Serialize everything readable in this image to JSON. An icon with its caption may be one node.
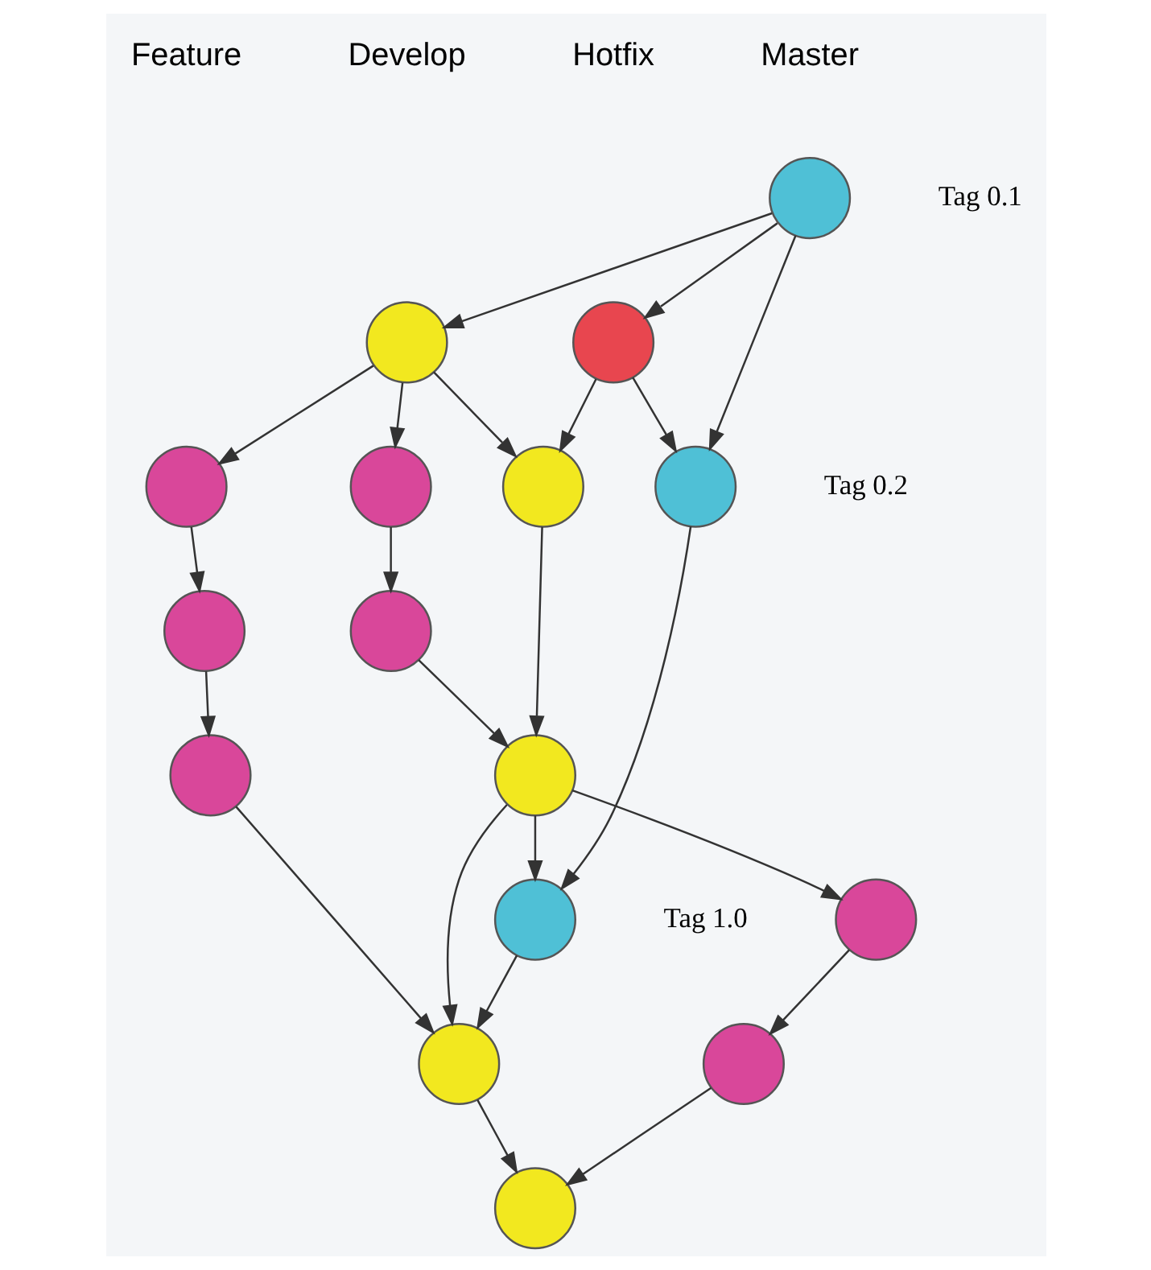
{
  "diagram": {
    "nodes": [
      {
        "text": [],
        "shape": "circle",
        "beside": [
          "Tag 0.1"
        ]
      },
      {
        "text": [],
        "shape": "circle"
      },
      {
        "text": [],
        "shape": "circle"
      },
      {
        "text": [],
        "shape": "circle"
      },
      {
        "text": [],
        "shape": "circle"
      },
      {
        "text": [],
        "shape": "circle"
      },
      {
        "text": [],
        "shape": "circle"
      },
      {
        "text": [],
        "shape": "circle",
        "beside": [
          "Tag 0.2"
        ]
      },
      {
        "text": [],
        "shape": "circle"
      },
      {
        "text": [],
        "shape": "circle"
      },
      {
        "text": [],
        "shape": "circle"
      },
      {
        "text": [],
        "shape": "circle"
      },
      {
        "text": [],
        "shape": "circle",
        "beside": [
          "Tag 1.0"
        ]
      },
      {
        "text": [],
        "shape": "circle"
      },
      {
        "text": [],
        "shape": "circle"
      },
      {
        "text": [],
        "shape": "circle"
      }
    ],
    "edges": [
      {
        "from": 0,
        "to": 1,
        "arrow": "to"
      },
      {
        "from": 0,
        "to": 3,
        "arrow": "to"
      },
      {
        "from": 0,
        "to": 7,
        "arrow": "to"
      },
      {
        "from": 1,
        "to": 2,
        "arrow": "to"
      },
      {
        "from": 1,
        "to": 4,
        "arrow": "to"
      },
      {
        "from": 1,
        "to": 6,
        "arrow": "to"
      },
      {
        "from": 2,
        "to": 5,
        "arrow": "to"
      },
      {
        "from": 3,
        "to": 6,
        "arrow": "to"
      },
      {
        "from": 3,
        "to": 7,
        "arrow": "to"
      },
      {
        "from": 4,
        "to": 8,
        "arrow": "to"
      },
      {
        "from": 5,
        "to": 10,
        "arrow": "to"
      },
      {
        "from": 6,
        "to": 9,
        "arrow": "to"
      },
      {
        "from": 8,
        "to": 9,
        "arrow": "to"
      },
      {
        "from": 7,
        "to": 12,
        "arrow": "to"
      },
      {
        "from": 9,
        "to": 11,
        "arrow": "to"
      },
      {
        "from": 9,
        "to": 14,
        "arrow": "to"
      },
      {
        "from": 9,
        "to": 12,
        "arrow": "to"
      },
      {
        "from": 10,
        "to": 14,
        "arrow": "to"
      },
      {
        "from": 11,
        "to": 13,
        "arrow": "to"
      },
      {
        "from": 12,
        "to": 14,
        "arrow": "to"
      },
      {
        "from": 13,
        "to": 15,
        "arrow": "to"
      },
      {
        "from": 14,
        "to": 15,
        "arrow": "to"
      }
    ],
    "labels": [
      "Feature",
      "Develop",
      "Hotfix",
      "Master"
    ]
  }
}
